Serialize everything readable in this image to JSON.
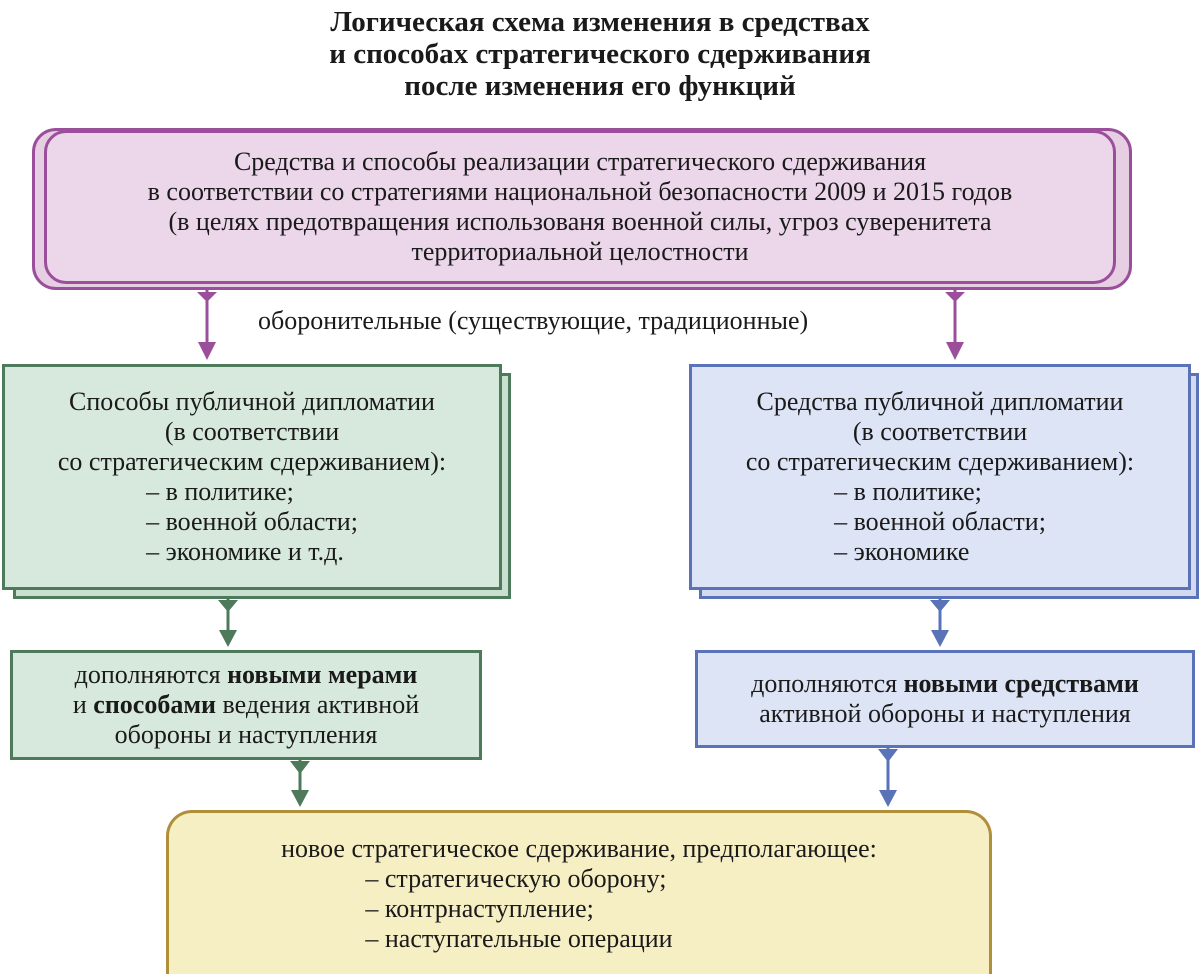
{
  "title": {
    "lines": [
      "Логическая схема изменения в средствах",
      "и способах стратегического сдерживания",
      "после изменения его функций"
    ]
  },
  "top_box": {
    "lines": [
      "Средства и способы реализации стратегического сдерживания",
      "в соответствии со стратегиями национальной безопасности 2009 и 2015 годов",
      "(в целях предотвращения использованя военной силы, угроз суверенитета",
      "территориальной целостности"
    ]
  },
  "defensive_label": "оборонительные (существующие, традиционные)",
  "left_box": {
    "lines": [
      "Способы публичной дипломатии",
      "(в соответствии",
      "со стратегическим сдерживанием):"
    ],
    "items": [
      "– в политике;",
      "– военной области;",
      "– экономике и т.д."
    ]
  },
  "right_box": {
    "lines": [
      "Средства публичной дипломатии",
      "(в соответствии",
      "со стратегическим сдерживанием):"
    ],
    "items": [
      "– в политике;",
      "– военной области;",
      "– экономике"
    ]
  },
  "left_complement": {
    "l1_pre": "дополняются ",
    "l1_bold": "новыми мерами",
    "l2_pre": "и ",
    "l2_bold": "способами",
    "l2_post": " ведения активной",
    "l3": "обороны и наступления"
  },
  "right_complement": {
    "l1_pre": "дополняются ",
    "l1_bold": "новыми средствами",
    "l2": "активной обороны и наступления"
  },
  "bottom_box": {
    "lead": "новое стратегическое сдерживание, предполагающее:",
    "items": [
      "– стратегическую оборону;",
      "– контрнаступление;",
      "– наступательные операции"
    ]
  },
  "colors": {
    "purple_border": "#9b4f9b",
    "purple_fill": "#ecd6ea",
    "green_border": "#4c7a5a",
    "green_fill": "#d7e9dc",
    "blue_border": "#5a72b8",
    "blue_fill": "#dde4f6",
    "yellow_border": "#b08f3a",
    "yellow_fill": "#f7efc4"
  }
}
